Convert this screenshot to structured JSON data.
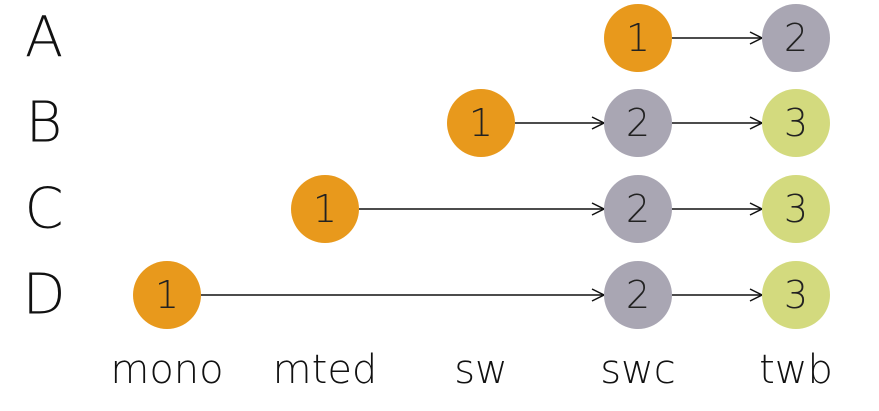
{
  "columns": [
    "mono",
    "mted",
    "sw",
    "swc",
    "twb"
  ],
  "colors": {
    "1": "#E8991C",
    "2": "#A9A6B3",
    "3": "#D3DA7E"
  },
  "rows": [
    {
      "label": "A",
      "nodes": [
        {
          "col": 3,
          "value": "1"
        },
        {
          "col": 4,
          "value": "2"
        }
      ]
    },
    {
      "label": "B",
      "nodes": [
        {
          "col": 2,
          "value": "1"
        },
        {
          "col": 3,
          "value": "2"
        },
        {
          "col": 4,
          "value": "3"
        }
      ]
    },
    {
      "label": "C",
      "nodes": [
        {
          "col": 1,
          "value": "1"
        },
        {
          "col": 3,
          "value": "2"
        },
        {
          "col": 4,
          "value": "3"
        }
      ]
    },
    {
      "label": "D",
      "nodes": [
        {
          "col": 0,
          "value": "1"
        },
        {
          "col": 3,
          "value": "2"
        },
        {
          "col": 4,
          "value": "3"
        }
      ]
    }
  ]
}
